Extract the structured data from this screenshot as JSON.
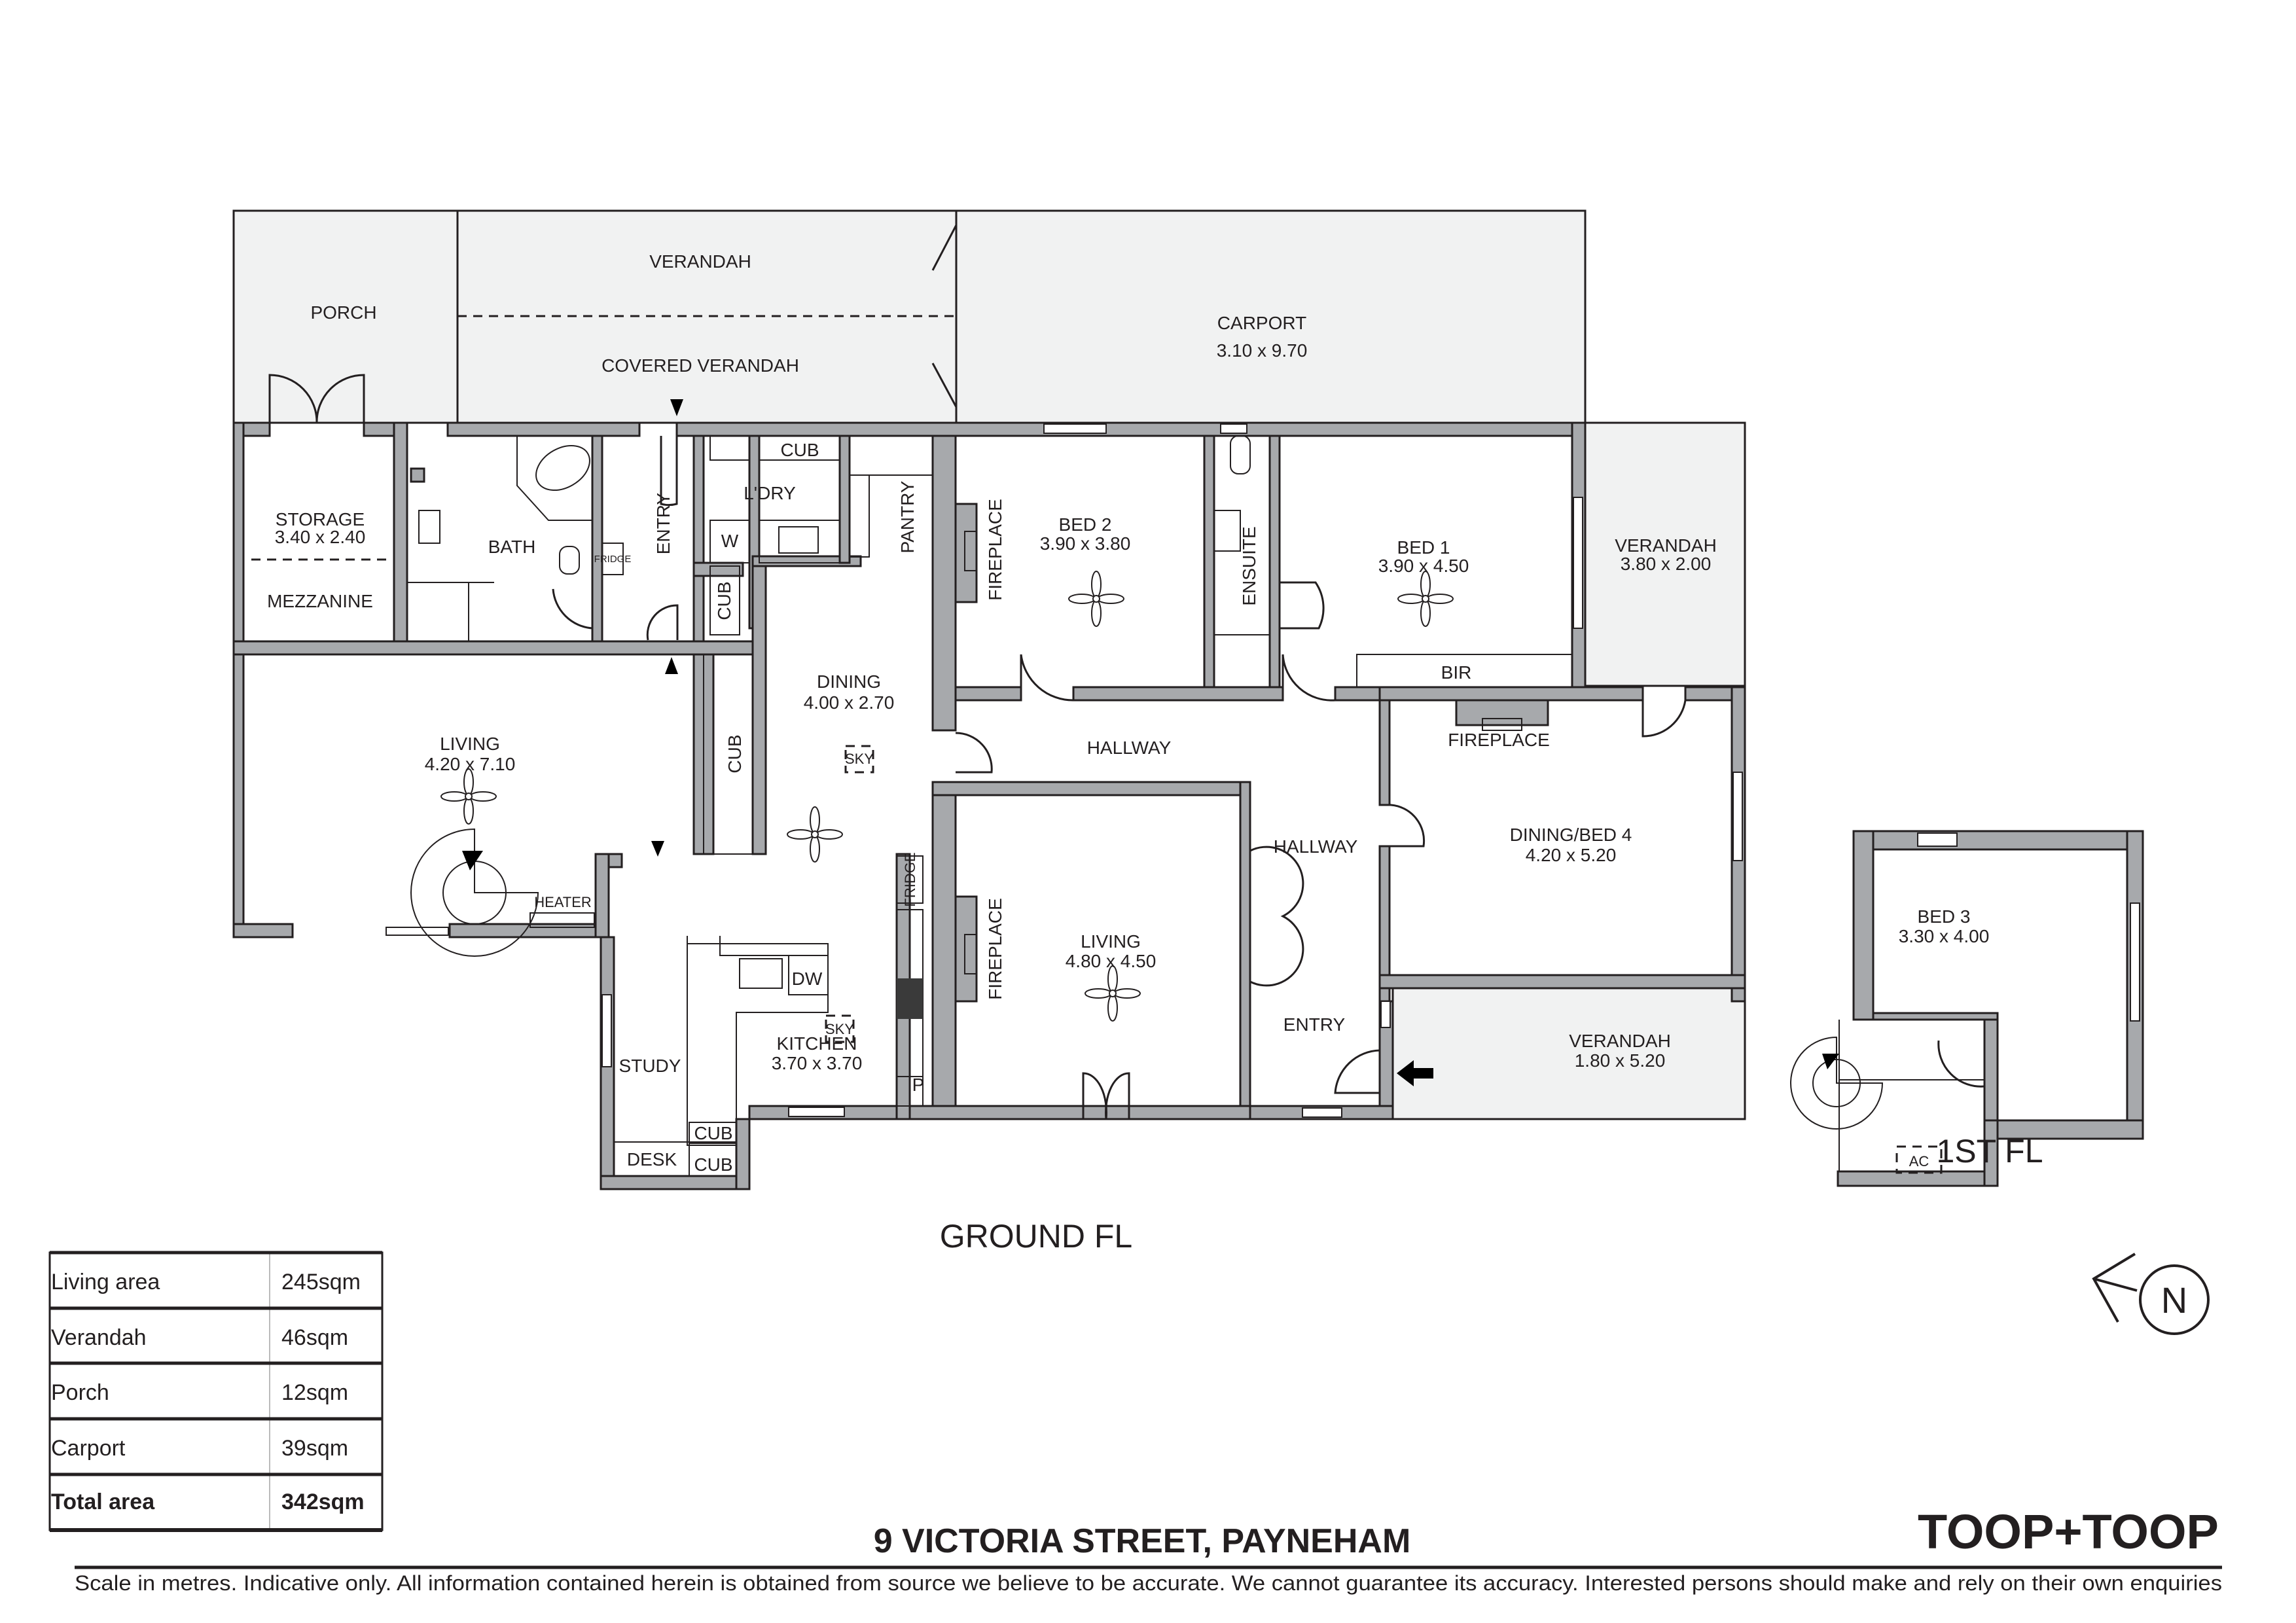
{
  "plan": {
    "address": "9 VICTORIA STREET, PAYNEHAM",
    "brand": "TOOP+TOOP",
    "disclaimer": "Scale in metres. Indicative only. All information contained herein is obtained from source we believe to be accurate. We cannot guarantee its accuracy. Interested persons should make and rely on their own enquiries",
    "north_label": "N",
    "colors": {
      "wall": "#A7A9AC",
      "outdoor": "#F1F2F2",
      "line": "#231F20",
      "room": "#FFFFFF"
    }
  },
  "ground_floor": {
    "title": "GROUND FL",
    "rooms": {
      "porch": {
        "name": "PORCH"
      },
      "verandah_rear": {
        "name": "VERANDAH"
      },
      "covered_verandah": {
        "name": "COVERED VERANDAH"
      },
      "carport": {
        "name": "CARPORT",
        "size": "3.10 x 9.70"
      },
      "storage": {
        "name": "STORAGE",
        "size": "3.40 x 2.40"
      },
      "mezzanine": {
        "name": "MEZZANINE"
      },
      "bath": {
        "name": "BATH"
      },
      "entry_rear": {
        "name": "ENTRY"
      },
      "laundry": {
        "name": "L'DRY"
      },
      "pantry": {
        "name": "PANTRY"
      },
      "bed2": {
        "name": "BED 2",
        "size": "3.90 x 3.80"
      },
      "ensuite": {
        "name": "ENSUITE"
      },
      "bed1": {
        "name": "BED 1",
        "size": "3.90 x 4.50"
      },
      "verandah_side": {
        "name": "VERANDAH",
        "size": "3.80 x 2.00"
      },
      "bir": {
        "name": "BIR"
      },
      "dining": {
        "name": "DINING",
        "size": "4.00 x 2.70"
      },
      "hallway_1": {
        "name": "HALLWAY"
      },
      "hallway_2": {
        "name": "HALLWAY"
      },
      "living_main": {
        "name": "LIVING",
        "size": "4.20 x 7.10"
      },
      "dining_bed4": {
        "name": "DINING/BED 4",
        "size": "4.20 x 5.20"
      },
      "living_front": {
        "name": "LIVING",
        "size": "4.80 x 4.50"
      },
      "kitchen": {
        "name": "KITCHEN",
        "size": "3.70 x 3.70"
      },
      "study": {
        "name": "STUDY"
      },
      "entry_front": {
        "name": "ENTRY"
      },
      "verandah_front": {
        "name": "VERANDAH",
        "size": "1.80 x 5.20"
      }
    },
    "fixtures": {
      "cub_laundry": "CUB",
      "cub_entry": "CUB",
      "cub_dining": "CUB",
      "cub_study_1": "CUB",
      "cub_study_2": "CUB",
      "washer": "W",
      "fridge_entry": "FRIDGE",
      "fridge_kitchen": "FRIDGE",
      "dishwasher": "DW",
      "skylight_dining": "SKY",
      "skylight_kitchen": "SKY",
      "pantry_p": "P",
      "desk": "DESK",
      "heater": "HEATER",
      "fireplace_bed2": "FIREPLACE",
      "fireplace_living": "FIREPLACE",
      "fireplace_bed4": "FIREPLACE"
    }
  },
  "first_floor": {
    "title": "1ST FL",
    "rooms": {
      "bed3": {
        "name": "BED 3",
        "size": "3.30 x 4.00"
      }
    },
    "fixtures": {
      "ac": "AC"
    }
  },
  "area_table": {
    "rows": [
      {
        "label": "Living area",
        "value": "245sqm"
      },
      {
        "label": "Verandah",
        "value": "46sqm"
      },
      {
        "label": "Porch",
        "value": "12sqm"
      },
      {
        "label": "Carport",
        "value": "39sqm"
      },
      {
        "label": "Total area",
        "value": "342sqm"
      }
    ]
  }
}
